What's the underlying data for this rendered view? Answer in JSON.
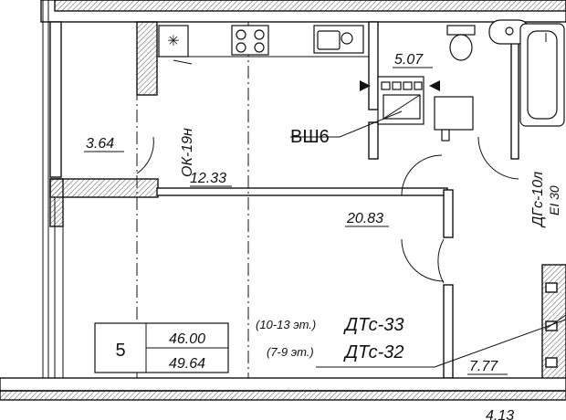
{
  "rooms": {
    "loggia_area": "3.64",
    "kitchen_area": "12.33",
    "living_area": "20.83",
    "bathroom_area": "5.07",
    "hall_area": "7.77",
    "next_area": "4.13"
  },
  "labels": {
    "window_mark": "ОК-19н",
    "cabinet_mark": "ВШ6",
    "door_mark": "ДГс-10л",
    "fire_rating": "EI 30",
    "floors_a": "(10-13 эт.)",
    "door_a": "ДТс-33",
    "floors_b": "(7-9 эт.)",
    "door_b": "ДТс-32"
  },
  "apartment": {
    "number": "5",
    "living_total": "46.00",
    "total": "49.64"
  }
}
